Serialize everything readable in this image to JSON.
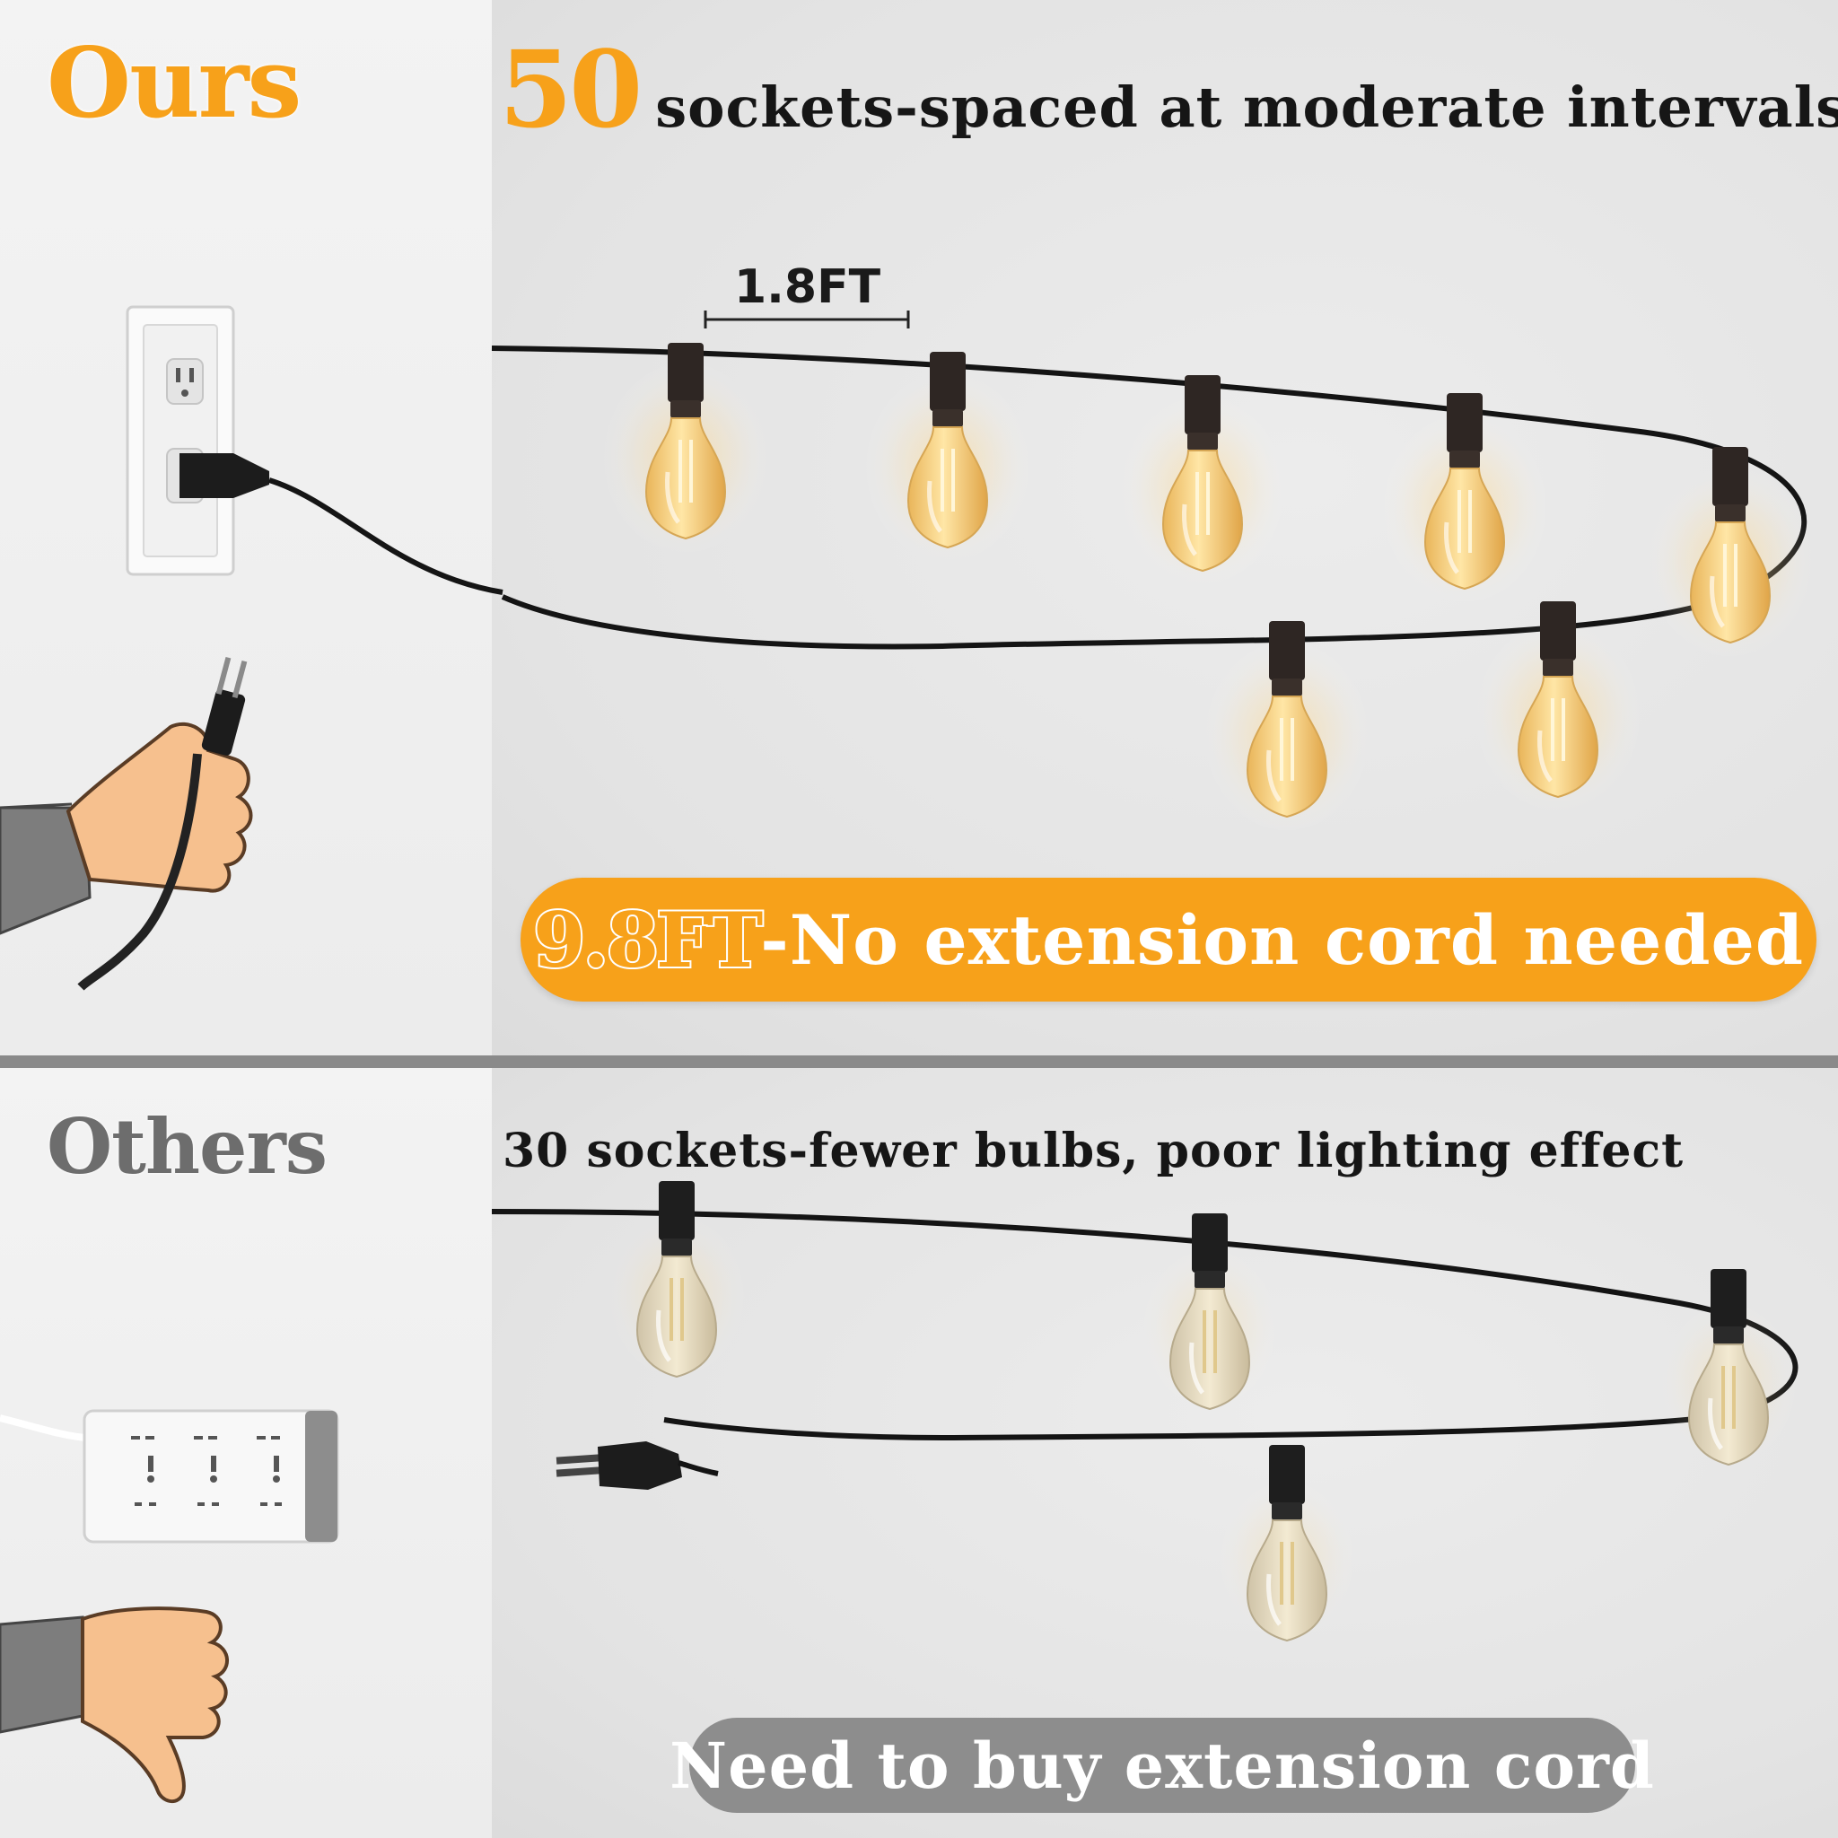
{
  "ours": {
    "label": "Ours",
    "socket_count": "50",
    "headline": "sockets-spaced at moderate intervals",
    "spacing": "1.8FT",
    "cord_length": "9.8FT",
    "cord_note": "-No extension cord needed"
  },
  "others": {
    "label": "Others",
    "headline": "30 sockets-fewer bulbs, poor lighting effect",
    "note": "Need to buy extension cord"
  },
  "colors": {
    "accent_orange": "#f7a11a",
    "gray_pill": "#8d8d8d",
    "divider": "#8a8a8a",
    "text_dark": "#161616"
  },
  "icons": [
    "wall-outlet-icon",
    "plug-in-hand-icon",
    "power-strip-icon",
    "thumbs-down-icon",
    "light-bulb-icon",
    "plug-icon"
  ]
}
